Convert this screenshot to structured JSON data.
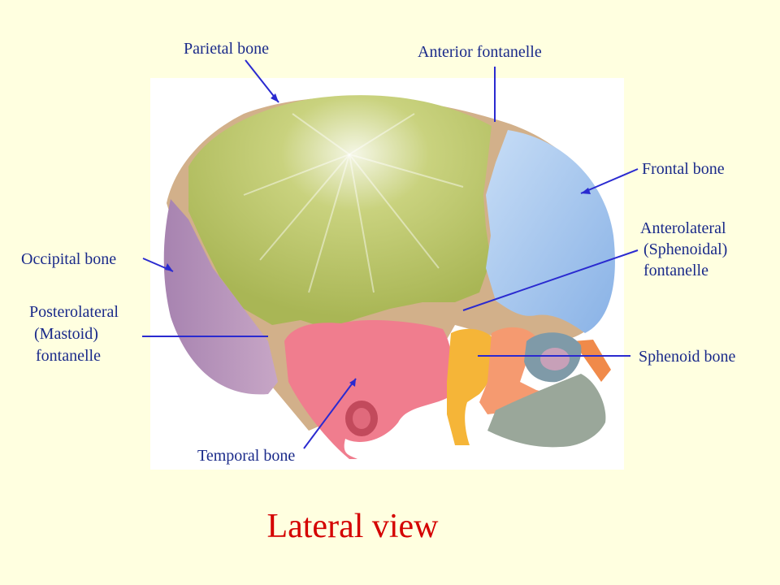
{
  "labels": {
    "parietal": "Parietal bone",
    "anterior_fontanelle": "Anterior fontanelle",
    "frontal": "Frontal bone",
    "anterolateral_1": "Anterolateral",
    "anterolateral_2": "(Sphenoidal)",
    "anterolateral_3": "fontanelle",
    "occipital": "Occipital bone",
    "posterolateral_1": "Posterolateral",
    "posterolateral_2": "(Mastoid)",
    "posterolateral_3": "fontanelle",
    "sphenoid": "Sphenoid bone",
    "temporal": "Temporal bone"
  },
  "title": "Lateral view",
  "colors": {
    "background": "#ffffe0",
    "label_text": "#1a2a8a",
    "leader_lines": "#2a2ad0",
    "title_text": "#d40000",
    "parietal": "#b9c46a",
    "frontal": "#9cc0ea",
    "occipital": "#a889b0",
    "temporal": "#f07d8e",
    "sphenoid": "#f5b538",
    "zygomatic": "#f59a70",
    "maxilla": "#9aa79a",
    "sutures": "#c8a27a"
  }
}
